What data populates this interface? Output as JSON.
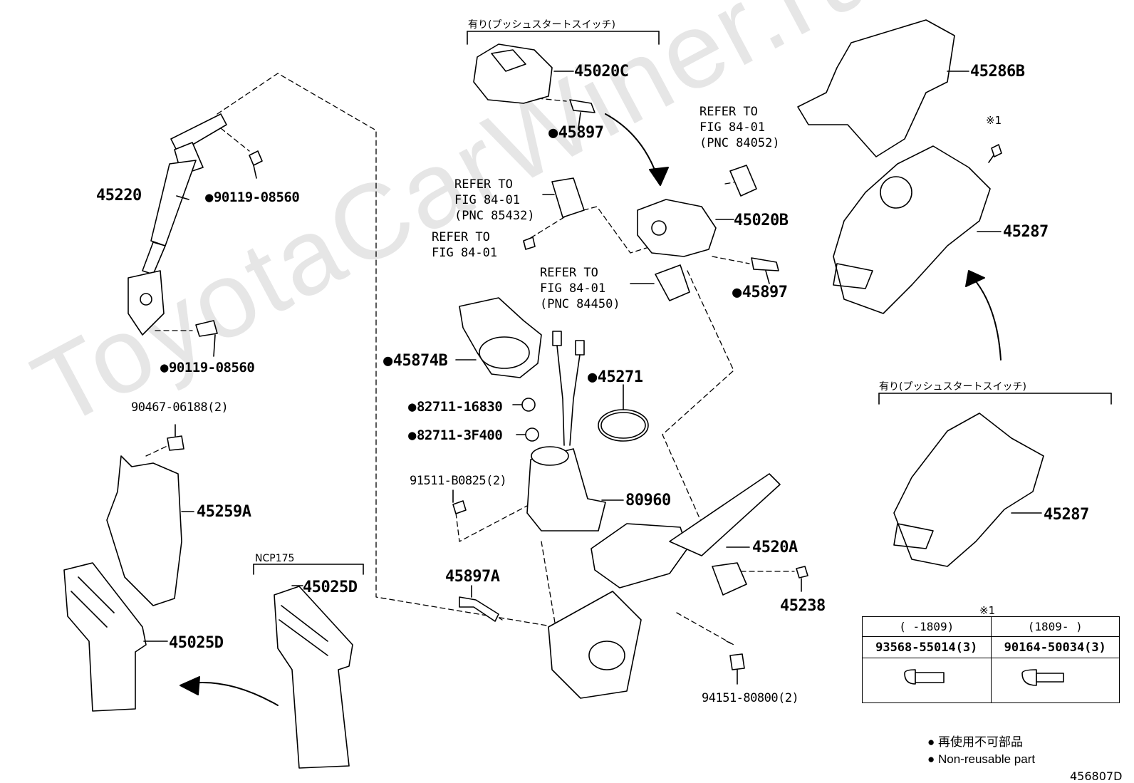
{
  "watermark": "ToyotaCarWiner.ru",
  "captions": {
    "push_start_top": "有り(プッシュスタートスイッチ)",
    "push_start_right": "有り(プッシュスタートスイッチ)",
    "ncp": "NCP175"
  },
  "parts": {
    "p45020C": "45020C",
    "p45897_top": "45897",
    "p45286B": "45286B",
    "note1_mark": "※1",
    "p45220": "45220",
    "p90119_a": "90119-08560",
    "p90119_b": "90119-08560",
    "p45020B": "45020B",
    "p45287_top": "45287",
    "p45897_mid": "45897",
    "p45874B": "45874B",
    "p45271": "45271",
    "p82711_a": "82711-16830",
    "p82711_b": "82711-3F400",
    "p90467": "90467-06188(2)",
    "p91511": "91511-B0825(2)",
    "p80960": "80960",
    "p45259A": "45259A",
    "p4520A": "4520A",
    "p45897A": "45897A",
    "p45238": "45238",
    "p45025D_a": "45025D",
    "p45025D_b": "45025D",
    "p94151": "94151-80800(2)",
    "p45287_bot": "45287"
  },
  "refs": {
    "r84052": [
      "REFER TO",
      "FIG 84-01",
      "(PNC 84052)"
    ],
    "r85432": [
      "REFER TO",
      "FIG 84-01",
      "(PNC 85432)"
    ],
    "r8401": [
      "REFER TO",
      "FIG 84-01"
    ],
    "r84450": [
      "REFER TO",
      "FIG 84-01",
      "(PNC 84450)"
    ]
  },
  "table": {
    "note": "※1",
    "col1_head": "(     -1809)",
    "col2_head": "(1809-      )",
    "col1_part": "93568-55014(3)",
    "col2_part": "90164-50034(3)"
  },
  "legend": {
    "jp": "再使用不可部品",
    "en": "Non-reusable part"
  },
  "figure_code": "456807D"
}
